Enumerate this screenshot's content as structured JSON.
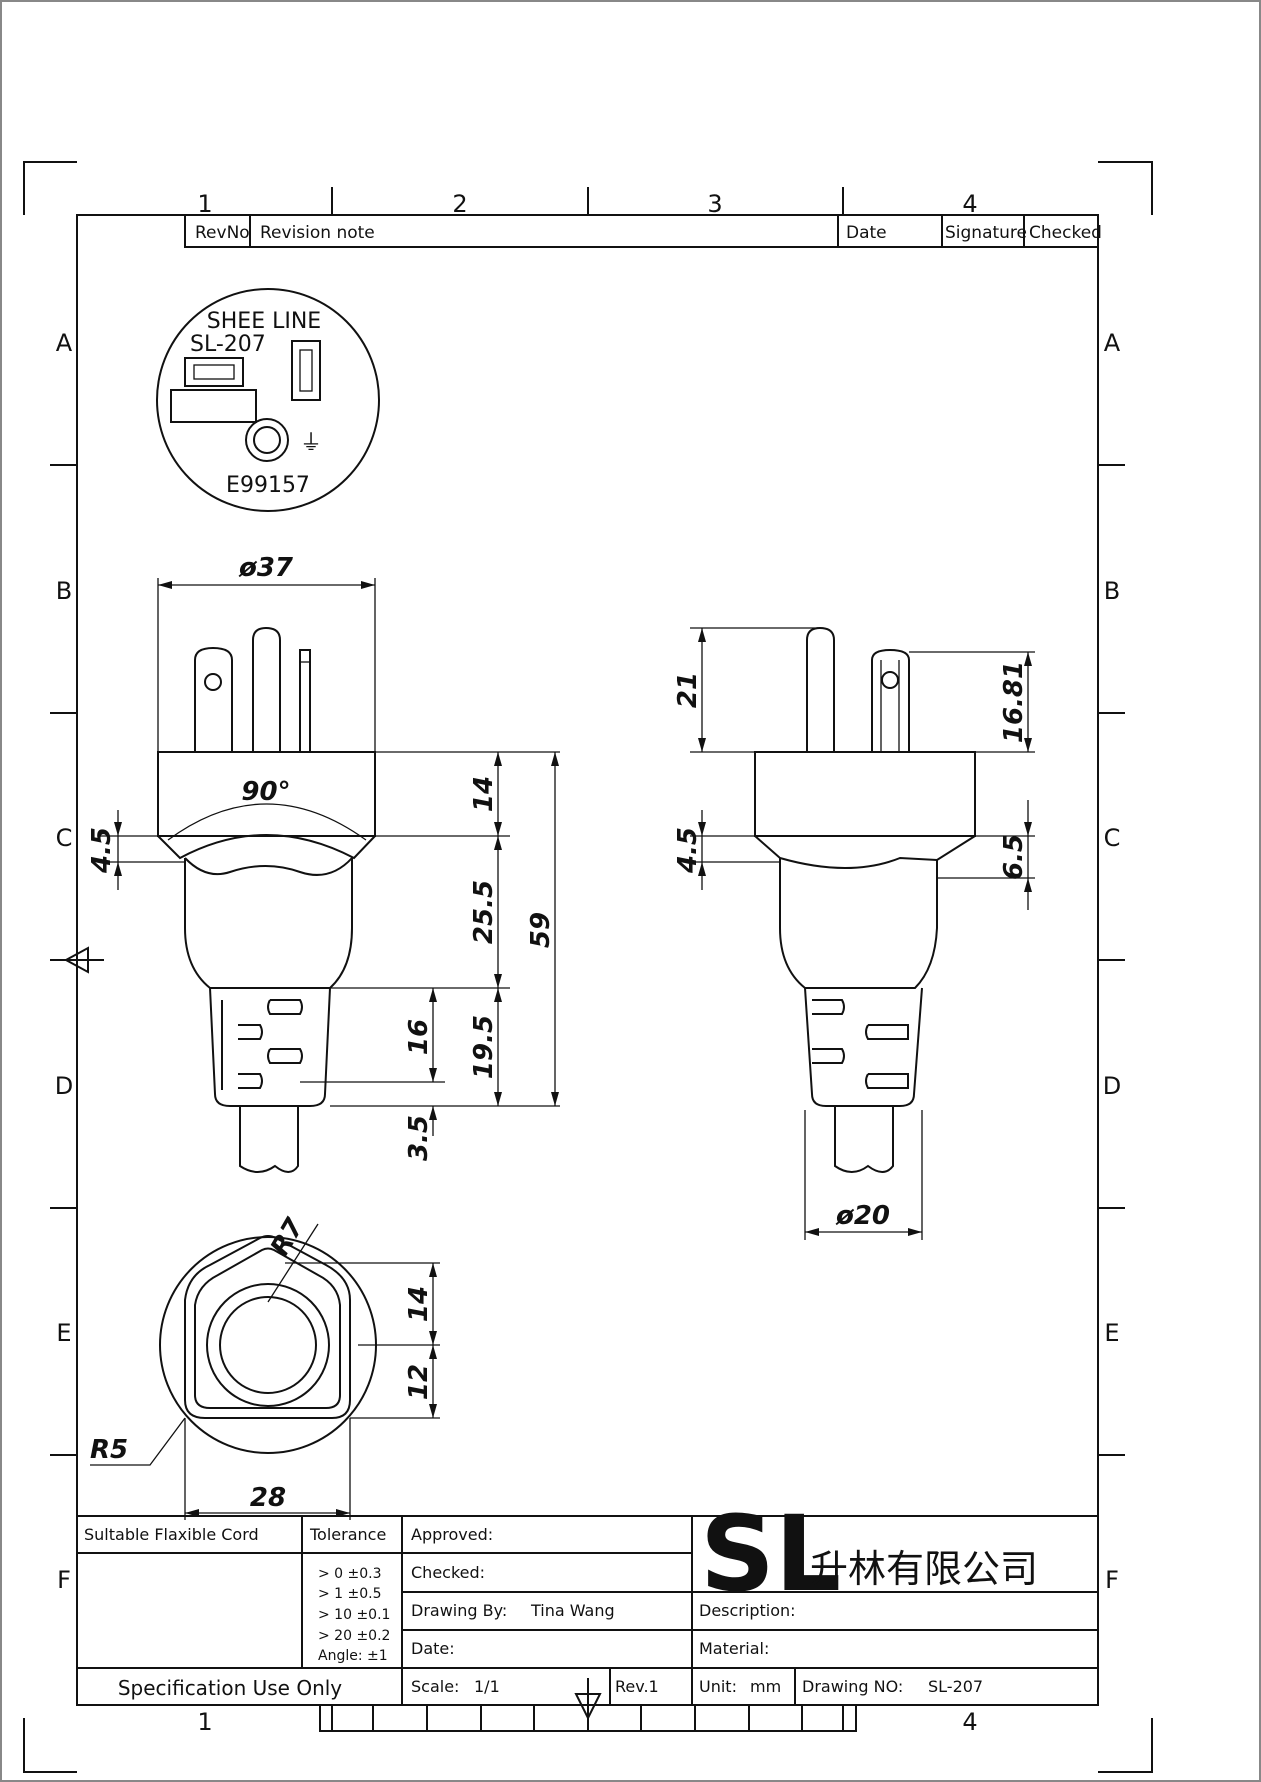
{
  "frame": {
    "cols_top": [
      "1",
      "2",
      "3",
      "4"
    ],
    "cols_bottom": [
      "1",
      "4"
    ],
    "rows_left": [
      "A",
      "B",
      "C",
      "D",
      "E",
      "F"
    ],
    "rows_right": [
      "A",
      "B",
      "C",
      "D",
      "E",
      "F"
    ]
  },
  "revision_block": {
    "revno": "RevNo",
    "note": "Revision note",
    "date": "Date",
    "signature": "Signature",
    "checked": "Checked"
  },
  "top_face": {
    "brand": "SHEE LINE",
    "model": "SL-207",
    "cert": "E99157",
    "ground_symbol": "⏚"
  },
  "dimensions": {
    "front_diameter": "ø37",
    "front_angle": "90°",
    "front_14": "14",
    "front_25_5": "25.5",
    "front_59": "59",
    "front_16": "16",
    "front_19_5": "19.5",
    "front_3_5": "3.5",
    "front_4_5": "4.5",
    "side_21": "21",
    "side_16_81": "16.81",
    "side_4_5": "4.5",
    "side_6_5": "6.5",
    "side_diameter": "ø20",
    "bottom_r7": "R7",
    "bottom_14": "14",
    "bottom_12": "12",
    "bottom_r5": "R5",
    "bottom_28": "28"
  },
  "title_block": {
    "cord_label": "Sultable Flaxible Cord",
    "tolerance_label": "Tolerance",
    "tolerances": [
      "> 0  ±0.3",
      "> 1  ±0.5",
      "> 10  ±0.1",
      "> 20  ±0.2",
      "Angle: ±1"
    ],
    "approved": "Approved:",
    "checked": "Checked:",
    "drawing_by": "Drawing By:",
    "drawer": "Tina Wang",
    "date": "Date:",
    "spec": "Specification Use Only",
    "scale_label": "Scale:",
    "scale_value": "1/1",
    "rev": "Rev.1",
    "description": "Description:",
    "material": "Material:",
    "unit_label": "Unit:",
    "unit_value": "mm",
    "drawing_no_label": "Drawing NO:",
    "drawing_no_value": "SL-207",
    "logo": "SL",
    "company": "升林有限公司"
  }
}
